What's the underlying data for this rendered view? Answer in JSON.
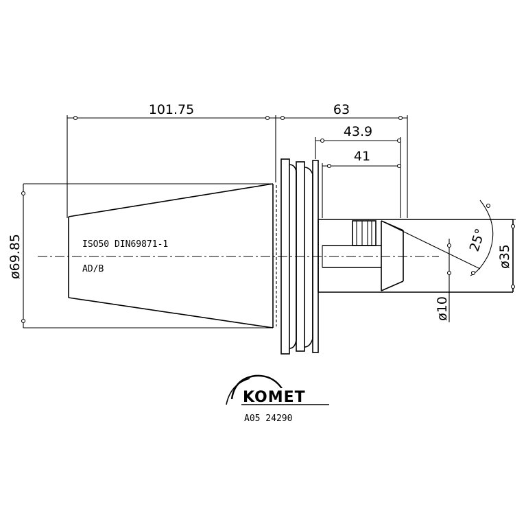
{
  "dimensions": {
    "taper_length": "101.75",
    "overall_length": "63",
    "flange_to_end": "43.9",
    "bore_depth": "41",
    "taper_diameter": "ø69.85",
    "bore_diameter": "ø35",
    "pilot_diameter": "ø10",
    "angle": "25°"
  },
  "notes": {
    "standard": "ISO50 DIN69871-1",
    "form": "AD/B"
  },
  "logo": {
    "brand": "KOMET",
    "part_number": "A05 24290"
  }
}
